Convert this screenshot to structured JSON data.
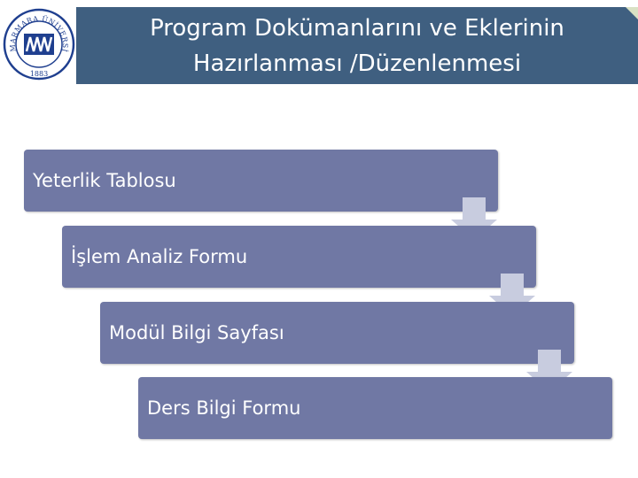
{
  "header": {
    "title": "Program Dokümanlarını ve Eklerinin\nHazırlanması /Düzenlenmesi"
  },
  "logo": {
    "ring_text": "MARMARA ÜNİVERSİTESİ",
    "year": "1883",
    "color": "#1f3f8f"
  },
  "steps": [
    {
      "label": "Yeterlik Tablosu"
    },
    {
      "label": "İşlem Analiz Formu"
    },
    {
      "label": "Modül Bilgi Sayfası"
    },
    {
      "label": "Ders Bilgi Formu"
    }
  ],
  "colors": {
    "header_bg": "#3f5f80",
    "step_bg": "#7078a4",
    "arrow": "#c8ccdf"
  }
}
